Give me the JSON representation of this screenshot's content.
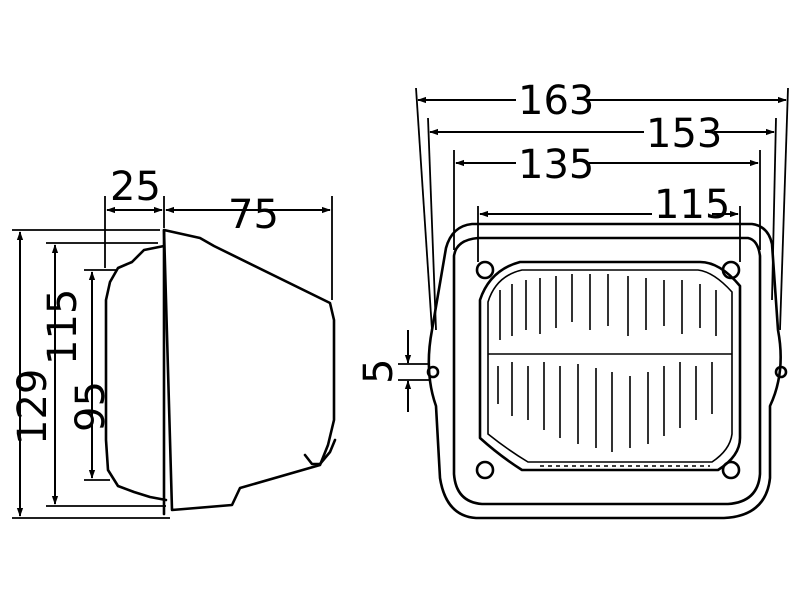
{
  "dimensions": {
    "side_depth_front": "25",
    "side_depth_body": "75",
    "height_overall": "129",
    "height_mid": "115",
    "height_inner": "95",
    "width_overall": "163",
    "width_flange": "153",
    "width_body": "135",
    "width_lens": "115",
    "mount_offset": "5"
  }
}
